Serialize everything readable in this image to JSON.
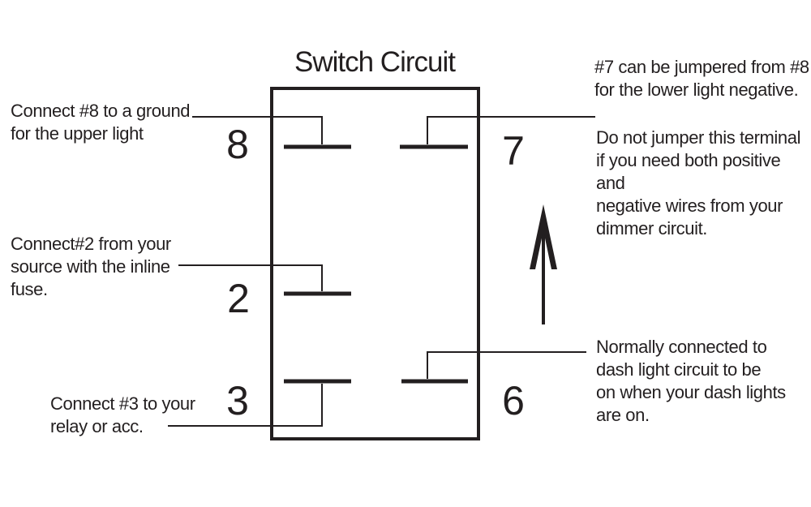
{
  "canvas": {
    "background": "#ffffff",
    "ink": "#231f20"
  },
  "title": "Switch Circuit",
  "switch": {
    "terminals": [
      {
        "id": "terminal-8",
        "label": "8"
      },
      {
        "id": "terminal-2",
        "label": "2"
      },
      {
        "id": "terminal-3",
        "label": "3"
      },
      {
        "id": "terminal-7",
        "label": "7"
      },
      {
        "id": "terminal-6",
        "label": "6"
      }
    ]
  },
  "notes": {
    "terminal8": "Connect #8 to a ground\nfor the upper light",
    "terminal2": "Connect#2 from your\nsource with the inline\nfuse.",
    "terminal3": "Connect #3 to your\nrelay or acc.",
    "terminal7_jumper": "#7 can be jumpered from #8\nfor the lower light negative.",
    "terminal7_warning": "Do not jumper this terminal\nif you need both positive and\nnegative wires from your\ndimmer circuit.",
    "terminal6": "Normally connected to\ndash light circuit to be\non when your dash lights\nare on."
  },
  "icons": {
    "up_arrow": "up-arrow-icon"
  }
}
